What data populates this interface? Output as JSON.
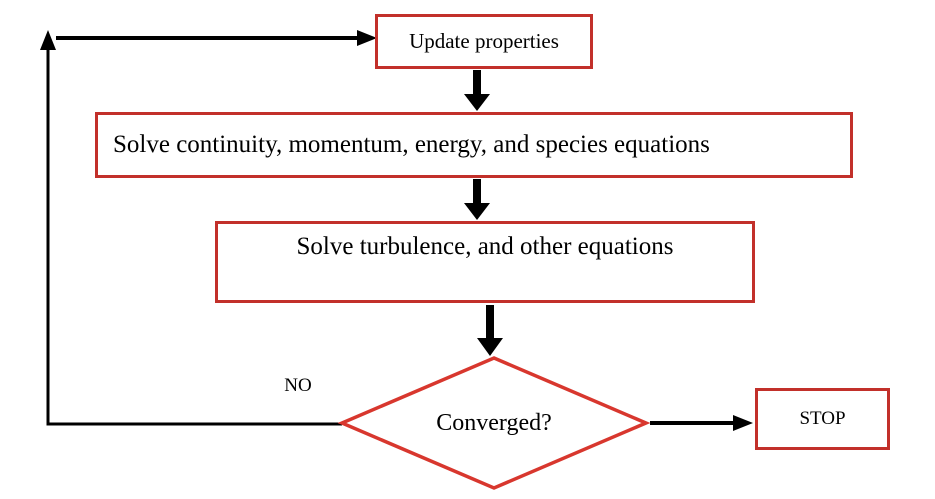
{
  "colors": {
    "node_border": "#c2302a",
    "diamond_border": "#d8372e",
    "arrow": "#000000",
    "canvas_bg": "#ffffff",
    "text": "#000000"
  },
  "nodes": {
    "update": {
      "label": "Update properties"
    },
    "solve_main": {
      "label": "Solve continuity, momentum, energy, and species equations"
    },
    "solve_turbulence": {
      "label": "Solve turbulence, and other equations"
    },
    "converged": {
      "label": "Converged?"
    },
    "stop": {
      "label": "STOP"
    }
  },
  "labels": {
    "no": "NO"
  }
}
